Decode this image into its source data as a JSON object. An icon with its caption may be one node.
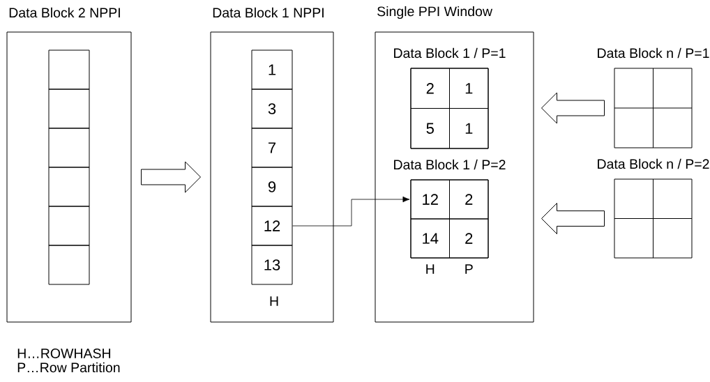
{
  "diagram": {
    "nodes": [
      {
        "text": [
          "Data Block 2 NPPI"
        ]
      },
      {
        "text": [],
        "shape": "box",
        "in": 0
      },
      {
        "text": [],
        "shape": "box",
        "in": 0
      },
      {
        "text": [],
        "shape": "box",
        "in": 0
      },
      {
        "text": [],
        "shape": "box",
        "in": 0
      },
      {
        "text": [],
        "shape": "box",
        "in": 0
      },
      {
        "text": [],
        "shape": "box",
        "in": 0
      },
      {
        "text": [
          "Data Block 1 NPPI"
        ]
      },
      {
        "text": [
          "1"
        ],
        "in": 7
      },
      {
        "text": [
          "3"
        ],
        "in": 7
      },
      {
        "text": [
          "7"
        ],
        "in": 7
      },
      {
        "text": [
          "9"
        ],
        "in": 7
      },
      {
        "text": [
          "12"
        ],
        "in": 7
      },
      {
        "text": [
          "13"
        ],
        "in": 7
      },
      {
        "text": [
          "Single PPI Window"
        ]
      },
      {
        "text": [
          "Data Block 1 / P=1"
        ],
        "in": 14
      },
      {
        "text": [
          "2"
        ],
        "in": 15
      },
      {
        "text": [
          "1"
        ],
        "in": 15
      },
      {
        "text": [
          "5"
        ],
        "in": 15
      },
      {
        "text": [
          "1"
        ],
        "in": 15
      },
      {
        "text": [
          "Data Block 1 / P=2"
        ],
        "in": 14
      },
      {
        "text": [
          "12"
        ],
        "in": 20
      },
      {
        "text": [
          "2"
        ],
        "in": 20
      },
      {
        "text": [
          "14"
        ],
        "in": 20
      },
      {
        "text": [
          "2"
        ],
        "in": 20
      },
      {
        "text": [
          "Data Block n / P=1"
        ]
      },
      {
        "text": [
          "Data Block n / P=2"
        ]
      }
    ],
    "edges": [
      {
        "from": 0,
        "to": 7,
        "arrow": "to",
        "style": "thick"
      },
      {
        "from": 12,
        "to": 21,
        "arrow": "to"
      },
      {
        "from": 25,
        "to": 15,
        "arrow": "to",
        "style": "thick"
      },
      {
        "from": 26,
        "to": 20,
        "arrow": "to",
        "style": "thick"
      }
    ],
    "labels": [
      "H",
      "H",
      "P",
      "H…ROWHASH",
      "P…Row Partition"
    ]
  }
}
